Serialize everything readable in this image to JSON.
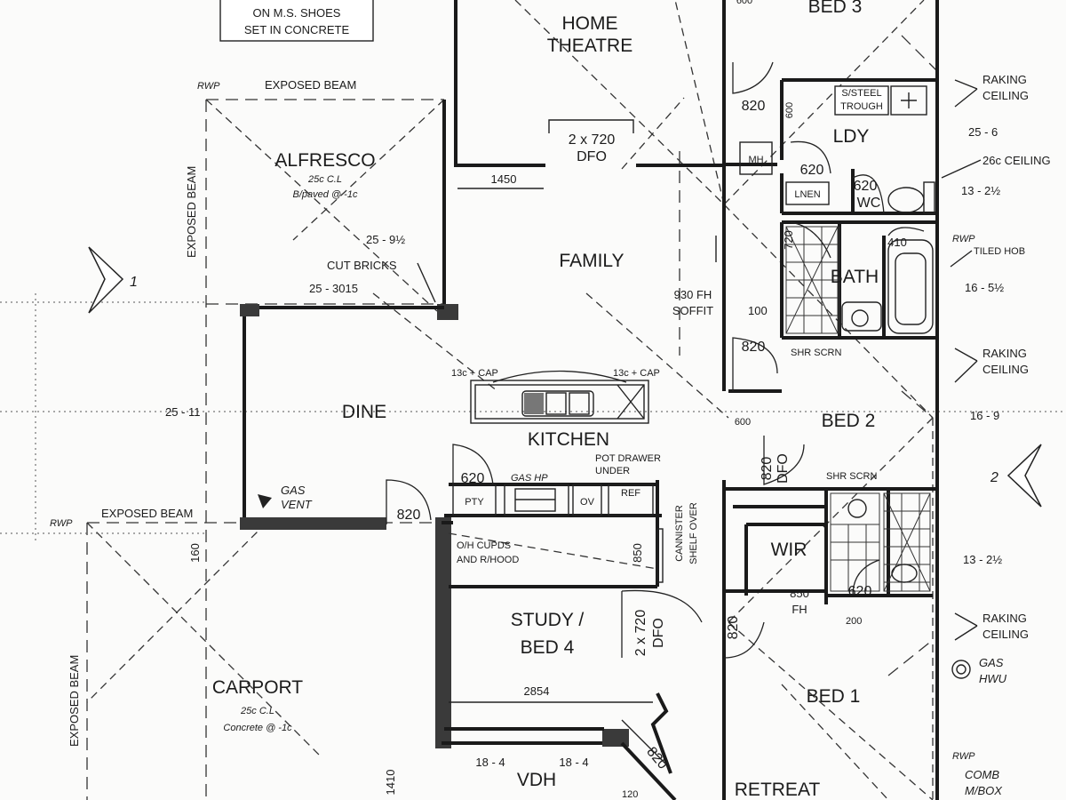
{
  "note_box": {
    "lines": [
      "ON M.S. SHOES",
      "SET IN CONCRETE"
    ]
  },
  "rooms": {
    "home_theatre": [
      "HOME",
      "THEATRE"
    ],
    "alfresco": "ALFRESCO",
    "alfresco_note1": "25c C.L",
    "alfresco_note2": "B/paved @ -1c",
    "family": "FAMILY",
    "dine": "DINE",
    "kitchen": "KITCHEN",
    "study": [
      "STUDY /",
      "BED 4"
    ],
    "carport": "CARPORT",
    "carport_note1": "25c C.L",
    "carport_note2": "Concrete @ -1c",
    "vdh": "VDH",
    "retreat": "RETREAT",
    "bed1": "BED 1",
    "bed2": "BED 2",
    "bed3": "BED 3",
    "ldy": "LDY",
    "bath": "BATH",
    "wir": "WIR",
    "wc": "WC"
  },
  "labels": {
    "rwp1": "RWP",
    "exposed_beam_top": "EXPOSED BEAM",
    "exposed_beam_left": "EXPOSED BEAM",
    "exposed_beam_mid": "EXPOSED BEAM",
    "exposed_beam_carport": "EXPOSED BEAM",
    "rwp2": "RWP",
    "rwp3": "RWP",
    "rwp4": "RWP",
    "dfo_theatre": [
      "2 x 720",
      "DFO"
    ],
    "dim_1450": "1450",
    "dim_25_9": "25 - 9½",
    "cut_bricks": "CUT BRICKS",
    "dim_25_3015": "25 - 3015",
    "soffit": [
      "930 FH",
      "SOFFIT"
    ],
    "dim_100": "100",
    "cap_left": "13c + CAP",
    "cap_right": "13c + CAP",
    "dim_25_dine": "25 - 11",
    "pot_drawer": [
      "POT DRAWER",
      "UNDER"
    ],
    "gas_hp": "GAS HP",
    "gas_vent": [
      "GAS",
      "VENT"
    ],
    "pty": "PTY",
    "ov": "OV",
    "ref": "REF",
    "cannister": [
      "CANNISTER",
      "SHELF OVER"
    ],
    "oh_cupds": [
      "O/H CUPDS",
      "AND R/HOOD"
    ],
    "dim_850": "850",
    "dfo_study": [
      "2 x 720",
      "DFO"
    ],
    "dim_2854": "2854",
    "dim_160": "160",
    "dim_1410": "1410",
    "dim_18_4a": "18 - 4",
    "dim_18_4b": "18 - 4",
    "dim_120": "120",
    "steel_trough": [
      "S/STEEL",
      "TROUGH"
    ],
    "mh": "MH",
    "lnen": "LNEN",
    "raking1": [
      "RAKING",
      "CEILING"
    ],
    "raking2": [
      "RAKING",
      "CEILING"
    ],
    "raking3": [
      "RAKING",
      "CEILING"
    ],
    "dim_25_6": "25 - 6",
    "ceil_26c": "26c CEILING",
    "dim_13_2a": "13 - 2½",
    "tiled_hob": "TILED HOB",
    "dim_16_5": "16 - 5½",
    "shr_scrn1": "SHR SCRN",
    "shr_scrn2": "SHR SCRN",
    "dim_16_9": "16 - 9",
    "dim_13_2b": "13 - 2½",
    "dfo_bed2": [
      "820",
      "DFO"
    ],
    "fh_850": [
      "850",
      "FH"
    ],
    "dim_200": "200",
    "gas_hwu": [
      "GAS",
      "HWU"
    ],
    "comb_mbox": [
      "COMB",
      "M/BOX"
    ],
    "section1": "1",
    "section2": "2",
    "dim_600": "600",
    "dim_600b": "600",
    "dim_600c": "600"
  },
  "doors": {
    "d820_bed3": "820",
    "d620_ldy": "620",
    "d620_wc": "620",
    "d720_bath": "720",
    "d410": "410",
    "d820_bath": "820",
    "d620_pty": "620",
    "d820_dine": "820",
    "d820_bed1": "820",
    "d820_vdh": "820",
    "d620_ens": "620"
  }
}
